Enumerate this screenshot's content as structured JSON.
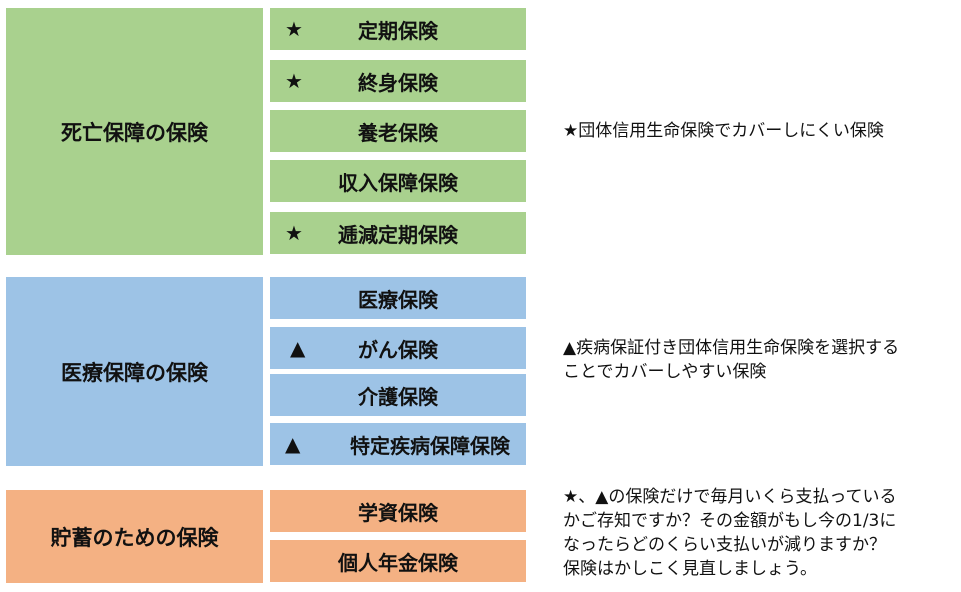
{
  "groups": [
    {
      "title": "死亡保障の保険",
      "color": "#a9d18e",
      "items": [
        {
          "mark": "★",
          "label": "定期保険"
        },
        {
          "mark": "★",
          "label": "終身保険"
        },
        {
          "mark": "",
          "label": "養老保険"
        },
        {
          "mark": "",
          "label": "収入保障保険"
        },
        {
          "mark": "★",
          "label": "逓減定期保険"
        }
      ]
    },
    {
      "title": "医療保障の保険",
      "color": "#9dc3e6",
      "items": [
        {
          "mark": "",
          "label": "医療保険"
        },
        {
          "mark": "▲",
          "label": "がん保険"
        },
        {
          "mark": "",
          "label": "介護保険"
        },
        {
          "mark": "▲",
          "label": "特定疾病保障保険"
        }
      ]
    },
    {
      "title": "貯蓄のための保険",
      "color": "#f4b183",
      "items": [
        {
          "mark": "",
          "label": "学資保険"
        },
        {
          "mark": "",
          "label": "個人年金保険"
        }
      ]
    }
  ],
  "notes": [
    "★団体信用生命保険でカバーしにくい保険",
    "▲疾病保証付き団体信用生命保険を選択する\nことでカバーしやすい保険",
    "★、▲の保険だけで毎月いくら支払っている\nかご存知ですか？その金額がもし今の1/3に\nなったらどのくらい支払いが減りますか？\n保険はかしこく見直しましょう。"
  ]
}
